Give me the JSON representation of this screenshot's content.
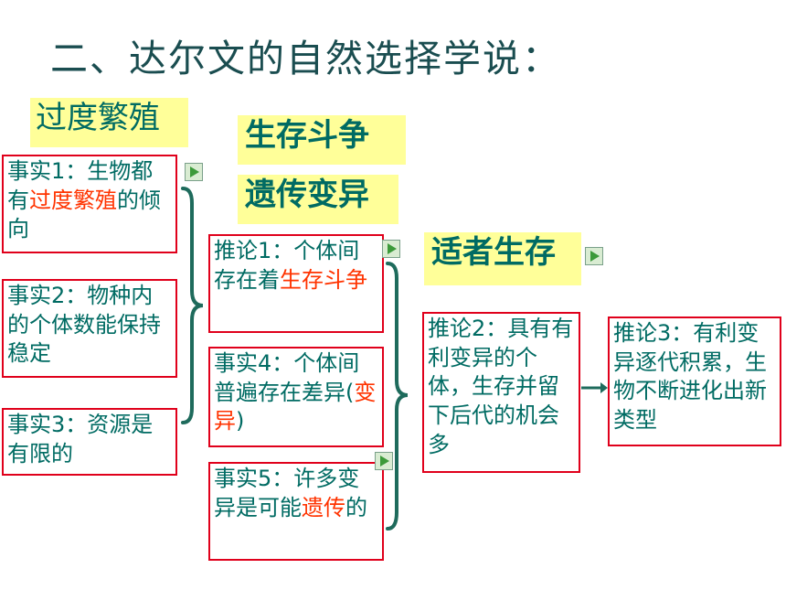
{
  "title": "二、达尔文的自然选择学说：",
  "labels": {
    "overproduction": "过度繁殖",
    "struggle": "生存斗争",
    "heredity_variation": "遗传变异",
    "survival_fittest": "适者生存"
  },
  "boxes": {
    "fact1": {
      "pre": "事实1：生物都有",
      "hl": "过度繁殖",
      "post": "的倾向"
    },
    "fact2": {
      "text": "事实2：物种内的个体数能保持稳定"
    },
    "fact3": {
      "text": "事实3：资源是有限的"
    },
    "inference1": {
      "pre": "推论1：个体间存在着",
      "hl": "生存斗争",
      "post": ""
    },
    "fact4": {
      "pre": "事实4：个体间普遍存在差异(",
      "hl": "变异",
      "post": ")"
    },
    "fact5": {
      "pre": "事实5：许多变异是可能",
      "hl": "遗传",
      "post": "的"
    },
    "inference2": {
      "text": "推论2：具有有利变异的个体，生存并留下后代的机会多"
    },
    "inference3": {
      "text": "推论3：有利变异逐代积累，生物不断进化出新类型"
    }
  },
  "colors": {
    "title": "#1a4d50",
    "text": "#006b63",
    "highlight": "#ff3300",
    "border": "#e0001b",
    "label_bg": "#ffff99",
    "brace": "#1e6b5c"
  },
  "icons": [
    "play-button-icon",
    "right-brace-icon",
    "arrow-right-icon"
  ]
}
